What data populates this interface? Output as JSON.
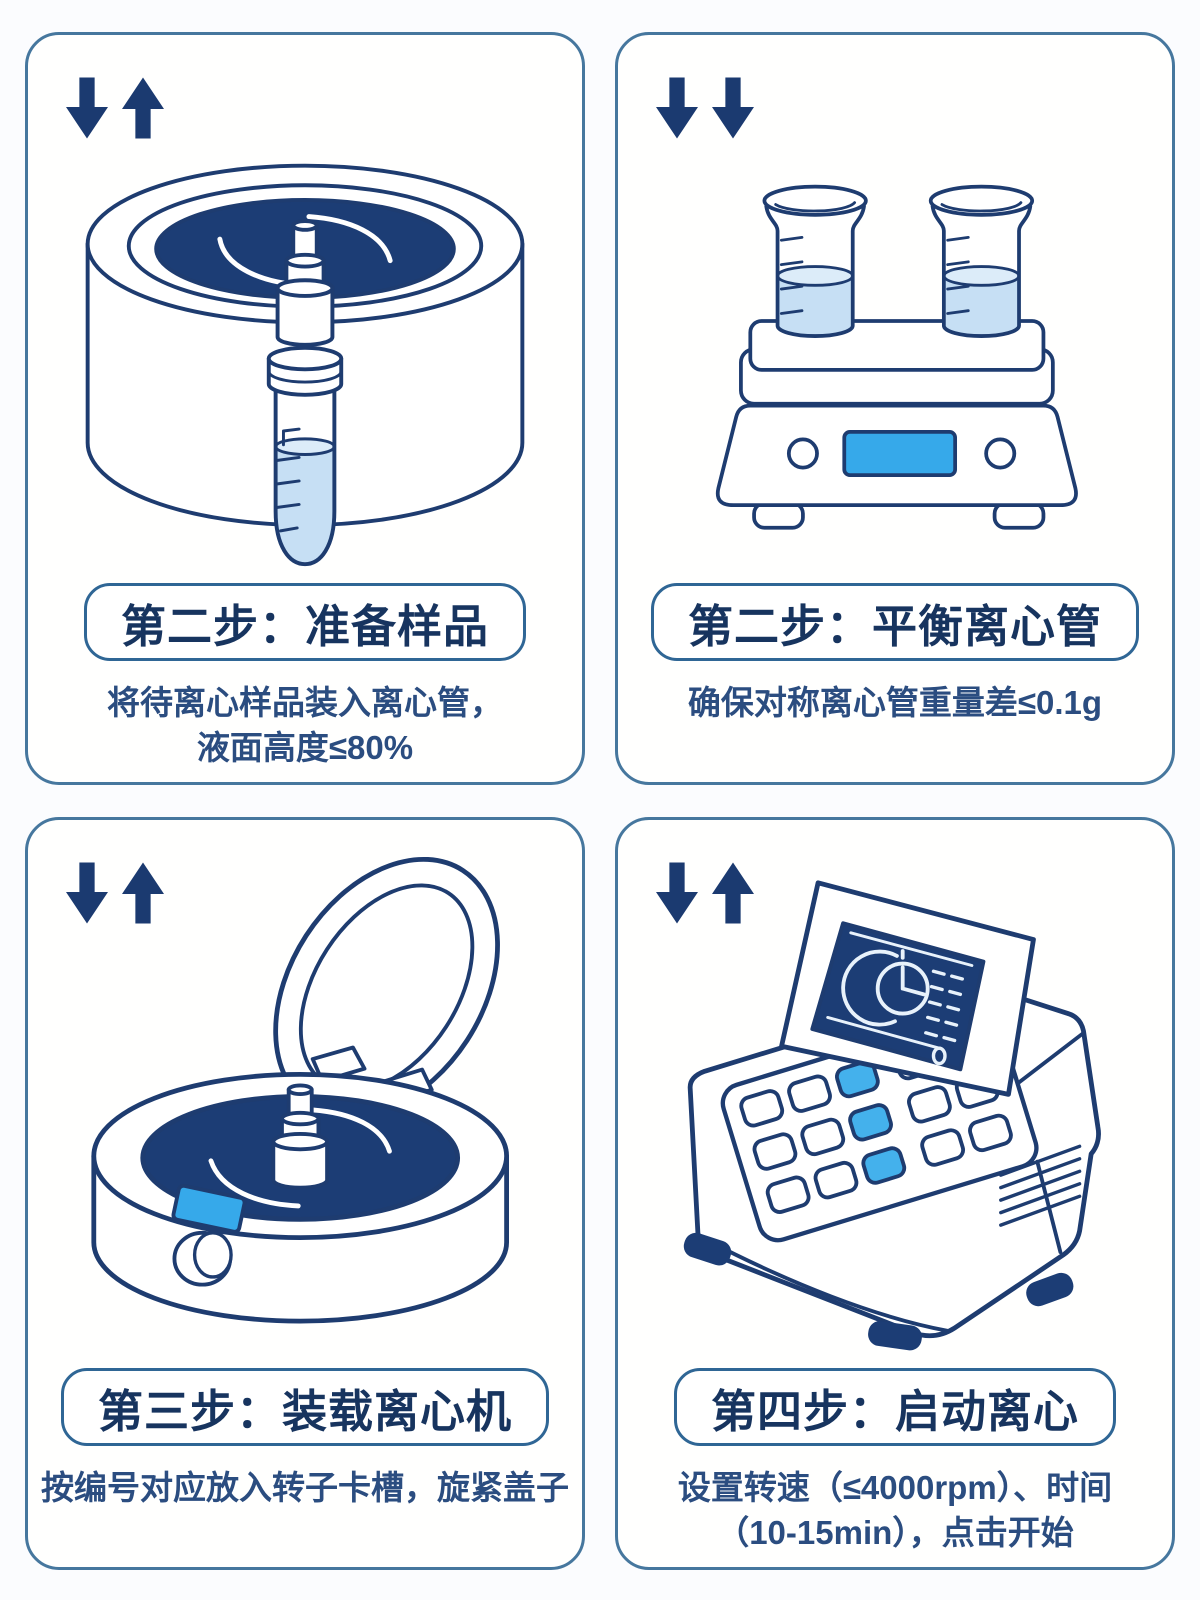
{
  "colors": {
    "outline_navy": "#1e3c70",
    "dark_fill_navy": "#1c3d75",
    "light_liquid": "#c6dff4",
    "bright_display_blue": "#36a9ea",
    "key_highlight_cyan": "#44b1ec",
    "panel_border": "#46779e",
    "pill_border": "#2f6695",
    "title_text": "#17345f",
    "desc_text": "#2b4d80"
  },
  "panels": [
    {
      "id": "step-prepare-sample",
      "arrow_icons": [
        "down-arrow",
        "up-arrow"
      ],
      "illustration": "centrifuge-rotor-with-sample-tube",
      "title": "第二步：准备样品",
      "desc_lines": [
        "将待离心样品装入离心管，",
        "液面高度≤80%"
      ]
    },
    {
      "id": "step-balance-tubes",
      "arrow_icons": [
        "down-arrow",
        "down-arrow"
      ],
      "illustration": "balance-scale-with-two-beakers",
      "title": "第二步：平衡离心管",
      "desc_lines": [
        "确保对称离心管重量差≤0.1g"
      ]
    },
    {
      "id": "step-load-centrifuge",
      "arrow_icons": [
        "down-arrow",
        "up-arrow"
      ],
      "illustration": "open-centrifuge-with-lid",
      "title": "第三步：装载离心机",
      "desc_lines": [
        "按编号对应放入转子卡槽，旋紧盖子"
      ]
    },
    {
      "id": "step-start-centrifuge",
      "arrow_icons": [
        "down-arrow",
        "up-arrow"
      ],
      "illustration": "centrifuge-control-panel-machine",
      "title": "第四步：启动离心",
      "desc_lines": [
        "设置转速（≤4000rpm）、时间",
        "（10-15min），点击开始"
      ]
    }
  ]
}
